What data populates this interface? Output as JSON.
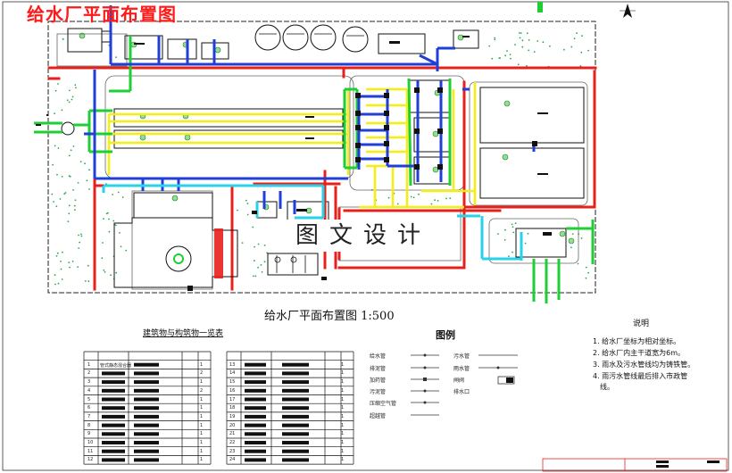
{
  "title": "给水厂平面布置图",
  "watermark": "图文设计",
  "plan_caption": "给水厂平面布置图 1:500",
  "table_title": "建筑物与构筑物一览表",
  "legend": {
    "title": "图例",
    "labels_left": [
      "给水管",
      "排泥管",
      "加药管",
      "污泥管",
      "压缩空气管",
      "超越管"
    ],
    "labels_right": [
      "污水管",
      "雨水管",
      "闸阀",
      "排水口"
    ]
  },
  "notes": {
    "title": "说明",
    "items": [
      "1. 给水厂坐标为相对坐标。",
      "2. 给水厂内主干道宽为6m。",
      "3. 雨水及污水管线均为铸铁管。",
      "4. 雨污水管线最后排入市政管",
      "线。"
    ]
  },
  "table_left": {
    "row_numbers": [
      "1",
      "2",
      "3",
      "4",
      "5",
      "6",
      "7",
      "8",
      "9",
      "10",
      "11",
      "12"
    ],
    "names": [
      "管式静态混合器",
      "",
      "",
      "",
      "",
      "",
      "",
      "",
      "",
      "",
      "",
      ""
    ],
    "quantities": [
      "1",
      "2",
      "1",
      "2",
      "1",
      "1",
      "1",
      "1",
      "1",
      "1",
      "1",
      "1"
    ]
  },
  "table_right": {
    "row_numbers": [
      "13",
      "14",
      "15",
      "16",
      "17",
      "18",
      "19",
      "20",
      "21",
      "22",
      "23",
      "24"
    ]
  },
  "colors": {
    "water_pipe": "#1f3fd6",
    "sludge_pipe": "#e8201c",
    "dosing_pipe": "#f5ee10",
    "air_pipe": "#1ecf34",
    "drain_pipe": "#28d2e8",
    "trees": "#28b43a",
    "outline": "#202020"
  }
}
